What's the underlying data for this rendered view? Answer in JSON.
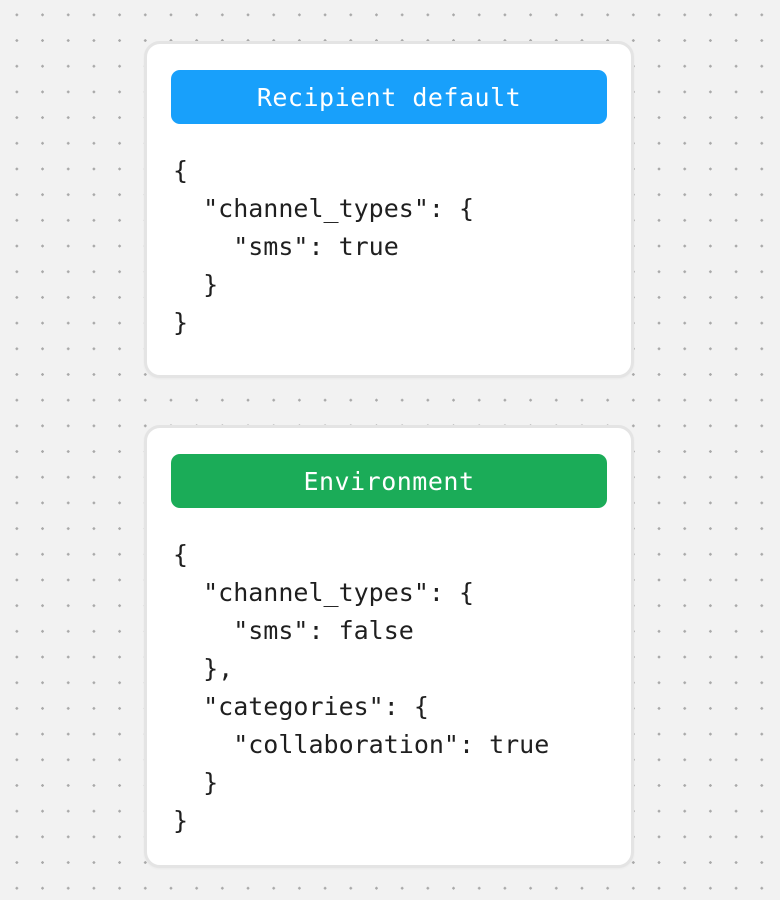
{
  "theme": {
    "canvas_bg": "#f2f2f2",
    "dot_color": "#a9a9a9",
    "card_bg": "#ffffff",
    "card_border": "#e4e4e4",
    "code_text": "#1f1f1f",
    "accent_blue": "#18a0fb",
    "accent_green": "#1bac58"
  },
  "cards": [
    {
      "header": {
        "label": "Recipient default",
        "color": "#18a0fb",
        "text_color": "#ffffff"
      },
      "code": "{\n  \"channel_types\": {\n    \"sms\": true\n  }\n}"
    },
    {
      "header": {
        "label": "Environment",
        "color": "#1bac58",
        "text_color": "#ffffff"
      },
      "code": "{\n  \"channel_types\": {\n    \"sms\": false\n  },\n  \"categories\": {\n    \"collaboration\": true\n  }\n}"
    }
  ]
}
